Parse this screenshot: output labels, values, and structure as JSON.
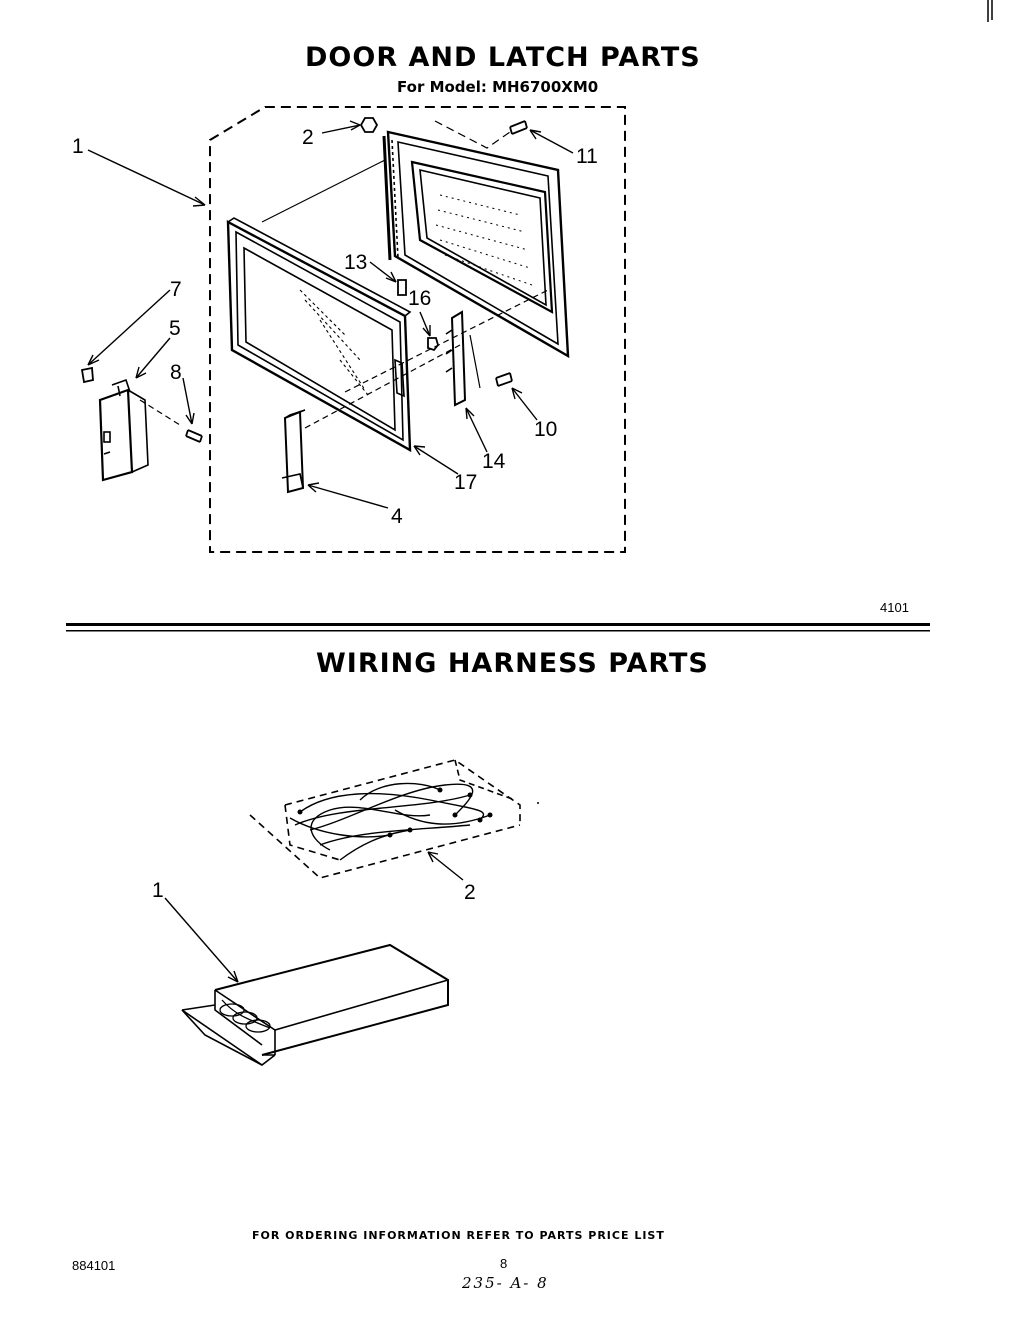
{
  "sections": [
    {
      "title": "DOOR AND LATCH PARTS",
      "subtitle": "For Model: MH6700XM0",
      "callouts": [
        "1",
        "2",
        "11",
        "13",
        "16",
        "7",
        "5",
        "8",
        "10",
        "14",
        "17",
        "4"
      ],
      "figure_code": "4101"
    },
    {
      "title": "WIRING HARNESS PARTS",
      "callouts": [
        "1",
        "2"
      ]
    }
  ],
  "footer": {
    "notice": "FOR ORDERING INFORMATION REFER TO PARTS PRICE LIST",
    "doc_number": "884101",
    "page_number": "8",
    "handwritten": "235- A- 8"
  }
}
